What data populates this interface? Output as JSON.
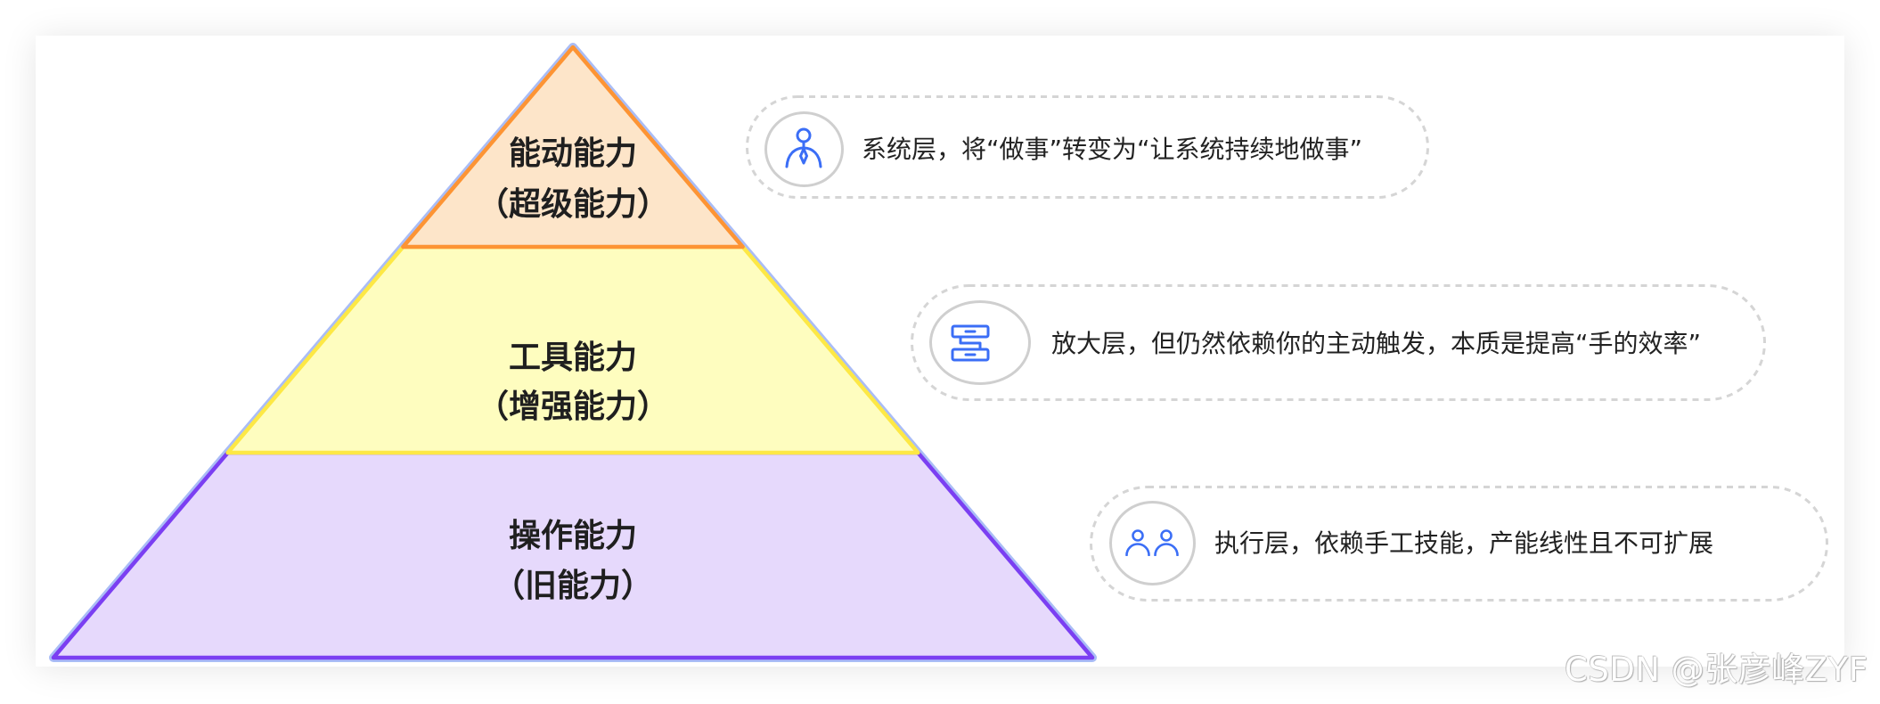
{
  "pyramid": {
    "outline_color": "#aabdf6",
    "levels": [
      {
        "title": "能动能力",
        "subtitle": "（超级能力）",
        "fill": "#fde5c9",
        "stroke": "#fd9434"
      },
      {
        "title": "工具能力",
        "subtitle": "（增强能力）",
        "fill": "#fefdbf",
        "stroke": "#fde845"
      },
      {
        "title": "操作能力",
        "subtitle": "（旧能力）",
        "fill": "#e6d9fc",
        "stroke": "#7b3ff2"
      }
    ]
  },
  "callouts": [
    {
      "icon": "person-tie-icon",
      "text": "系统层，将“做事”转变为“让系统持续地做事”"
    },
    {
      "icon": "flow-blocks-icon",
      "text": "放大层，但仍然依赖你的主动触发，本质是提高“手的效率”"
    },
    {
      "icon": "two-users-icon",
      "text": "执行层，依赖手工技能，产能线性且不可扩展"
    }
  ],
  "colors": {
    "icon_blue": "#3b6ef6",
    "callout_border": "#d5d5d5",
    "badge_border": "#cfcfcf",
    "text": "#222222"
  },
  "watermark": "CSDN @张彦峰ZYF"
}
